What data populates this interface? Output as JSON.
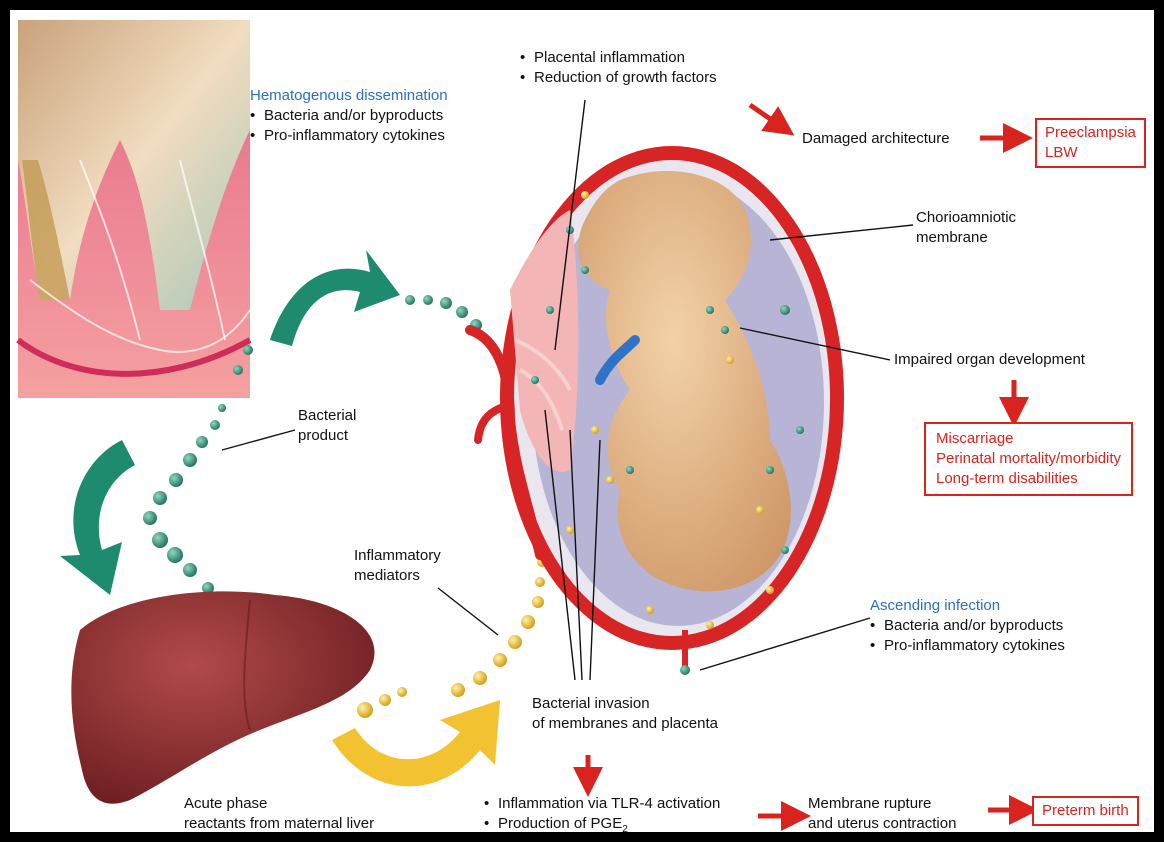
{
  "hematogenous": {
    "title": "Hematogenous dissemination",
    "items": [
      "Bacteria and/or byproducts",
      "Pro-inflammatory cytokines"
    ]
  },
  "placental": {
    "items": [
      "Placental inflammation",
      "Reduction of growth factors"
    ]
  },
  "damaged_architecture": "Damaged architecture",
  "outcome_top": [
    "Preeclampsia",
    "LBW"
  ],
  "chorioamniotic": [
    "Chorioamniotic",
    "membrane"
  ],
  "impaired_organ": "Impaired organ development",
  "outcome_mid": [
    "Miscarriage",
    "Perinatal mortality/morbidity",
    "Long-term disabilities"
  ],
  "bacterial_product": [
    "Bacterial",
    "product"
  ],
  "inflammatory_mediators": [
    "Inflammatory",
    "mediators"
  ],
  "ascending": {
    "title": "Ascending infection",
    "items": [
      "Bacteria and/or byproducts",
      "Pro-inflammatory cytokines"
    ]
  },
  "bacterial_invasion": [
    "Bacterial invasion",
    "of membranes and placenta"
  ],
  "tlr": {
    "item1": "Inflammation via TLR-4 activation",
    "item2_prefix": "Production of PGE",
    "item2_sub": "2"
  },
  "membrane_rupture": [
    "Membrane rupture",
    "and uterus contraction"
  ],
  "outcome_bottom": "Preterm birth",
  "acute_phase": [
    "Acute phase",
    "reactants from maternal liver"
  ],
  "colors": {
    "red": "#d9231f",
    "blue": "#2a6fc0",
    "green": "#1e8a6e",
    "yellow": "#f2c230"
  }
}
